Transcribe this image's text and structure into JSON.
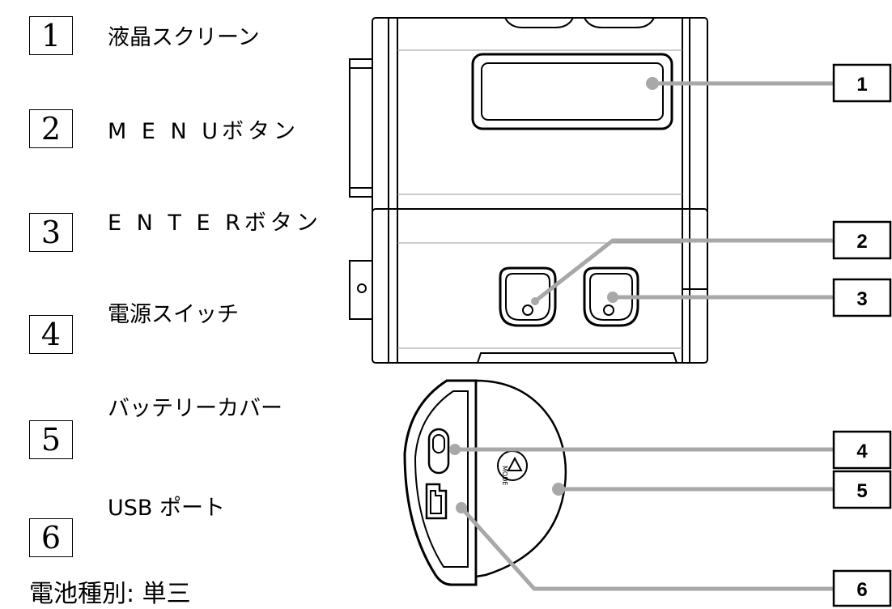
{
  "legend": {
    "items": [
      {
        "number": "1",
        "label": "液晶スクリーン"
      },
      {
        "number": "2",
        "label": "M E N Uボタン"
      },
      {
        "number": "3",
        "label": "E N T E Rボタン"
      },
      {
        "number": "4",
        "label": "電源スイッチ"
      },
      {
        "number": "5",
        "label": "バッテリーカバー"
      },
      {
        "number": "6",
        "label": "USB ポート"
      }
    ]
  },
  "footer": {
    "battery_type": "電池種別:  単三"
  },
  "callouts": [
    "1",
    "2",
    "3",
    "4",
    "5",
    "6"
  ],
  "diagram": {
    "views": [
      "top-view",
      "side-view",
      "end-view"
    ],
    "end_cap_marking": "MODE"
  }
}
